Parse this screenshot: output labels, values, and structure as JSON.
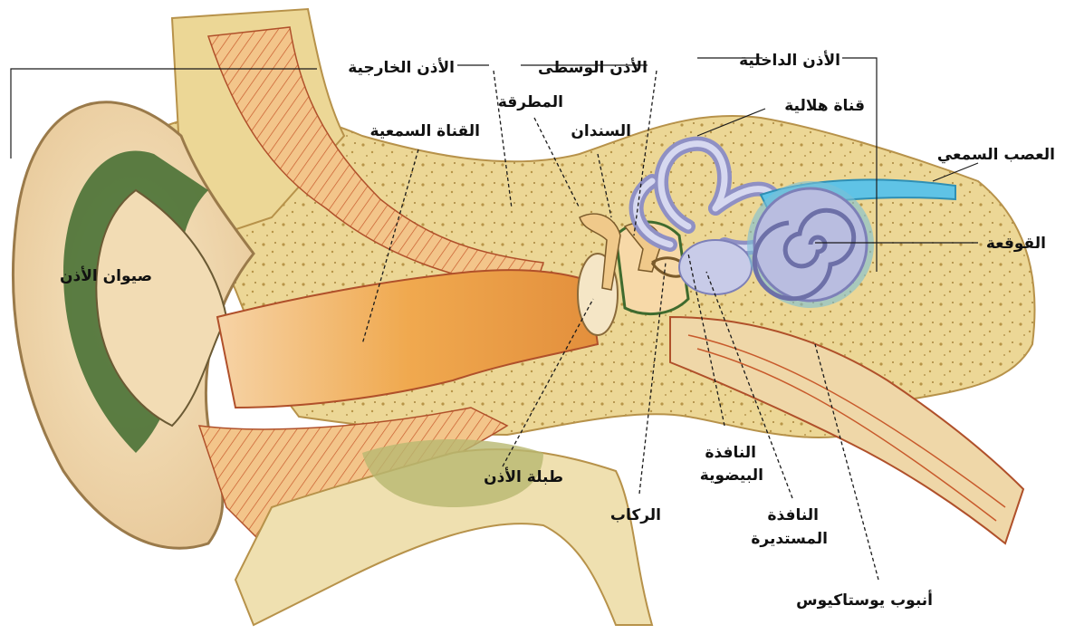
{
  "labels": {
    "outer_ear": "الأذن الخارجية",
    "middle_ear": "الأذن الوسطى",
    "inner_ear": "الأذن الداخلية",
    "semicircular_canal": "قناة هلالية",
    "auditory_nerve": "العصب السمعي",
    "hammer": "المطرقة",
    "anvil": "السندان",
    "ear_canal": "القناة السمعية",
    "pinna": "صيوان الأذن",
    "cochlea": "القوقعة",
    "eardrum": "طبلة الأذن",
    "stirrup": "الركاب",
    "oval_window_1": "النافذة",
    "oval_window_2": "البيضوية",
    "round_window_1": "النافذة",
    "round_window_2": "المستديرة",
    "eustachian_tube": "أنبوب يوستاكيوس"
  },
  "colors": {
    "skin": "#f2dcb4",
    "cartilage_green": "#3f6b2e",
    "bone": "#ecd796",
    "muscle": "#d96a34",
    "canal": "#f0a94f",
    "inner_ear": "#b9bde0",
    "nerve": "#5fc3e6"
  }
}
